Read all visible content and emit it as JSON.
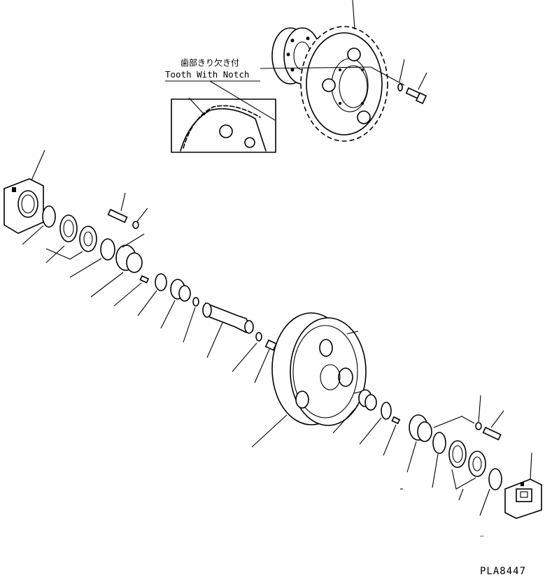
{
  "callout": {
    "label_jp": "歯部きり欠き付",
    "label_en": "Tooth With Notch"
  },
  "drawing_number": "PLA8447",
  "marks": {
    "dash": "—"
  }
}
